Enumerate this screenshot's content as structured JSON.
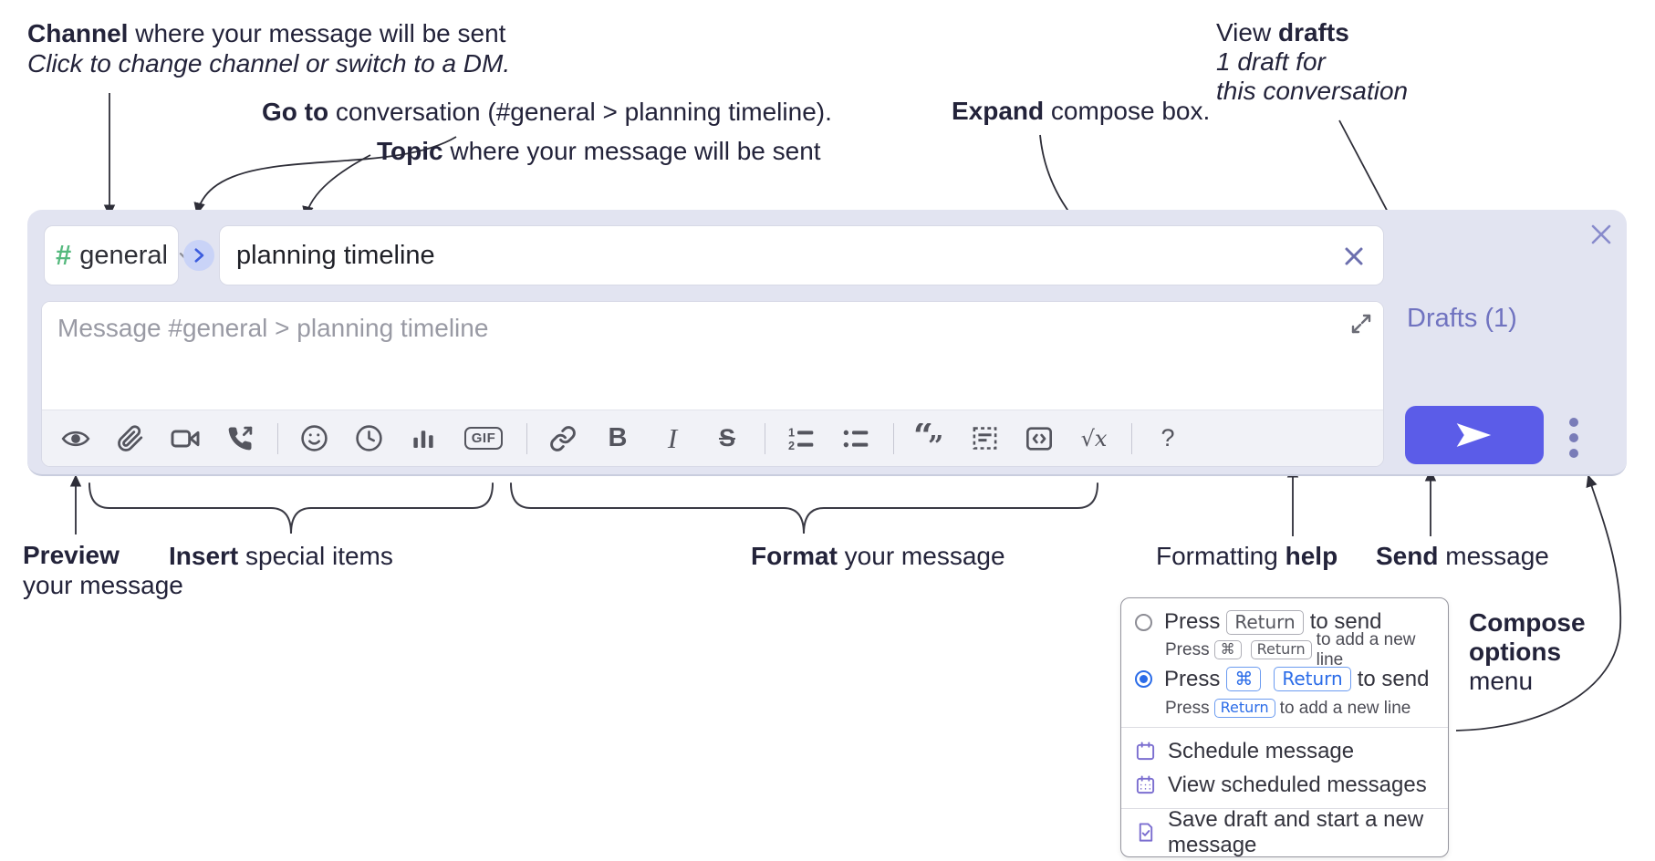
{
  "annotations": {
    "channel": {
      "bold": "Channel",
      "rest": " where your message will be sent",
      "sub": "Click to change channel or switch to a DM."
    },
    "go_to": {
      "bold": "Go to",
      "rest": " conversation (#general > planning timeline)."
    },
    "topic": {
      "bold": "Topic",
      "rest": " where your message will be sent"
    },
    "expand": {
      "bold": "Expand",
      "rest": " compose box."
    },
    "view_drafts": {
      "lead": "View ",
      "bold": "drafts",
      "line2": "1 draft for",
      "line3": "this conversation"
    },
    "preview": {
      "bold": "Preview",
      "line2": "your message"
    },
    "insert": {
      "bold": "Insert",
      "rest": " special items"
    },
    "format": {
      "bold": "Format",
      "rest": " your message"
    },
    "formatting_help": {
      "lead": "Formatting ",
      "bold": "help"
    },
    "send": {
      "bold": "Send",
      "rest": " message"
    },
    "compose_options": {
      "bold1": "Compose",
      "bold2": "options",
      "line3": "menu"
    }
  },
  "compose": {
    "channel_hash": "#",
    "channel_name": "general",
    "topic_value": "planning timeline",
    "message_placeholder": "Message #general > planning timeline",
    "drafts_label": "Drafts (1)",
    "toolbar": {
      "gif": "GIF",
      "bold": "B",
      "italic": "I",
      "strikethrough": "S",
      "math": "√x",
      "help": "?"
    }
  },
  "options_menu": {
    "option_return": {
      "prefix": "Press",
      "key1": "Return",
      "suffix": "to send",
      "sub_prefix": "Press",
      "sub_key1": "⌘",
      "sub_key2": "Return",
      "sub_suffix": "to add a new line"
    },
    "option_cmd_return": {
      "prefix": "Press",
      "key1": "⌘",
      "key2": "Return",
      "suffix": "to send",
      "sub_prefix": "Press",
      "sub_key1": "Return",
      "sub_suffix": "to add a new line"
    },
    "schedule": "Schedule message",
    "view_scheduled": "View scheduled messages",
    "save_draft": "Save draft and start a new message"
  },
  "colors": {
    "panel": "#e2e4f1",
    "send_button": "#5b5ce8",
    "drafts_link": "#7073c0",
    "hash_green": "#55b97e",
    "goto_blue": "#3d5dde",
    "selected_radio": "#2b6ce8",
    "menu_icon": "#7b6ed0"
  }
}
